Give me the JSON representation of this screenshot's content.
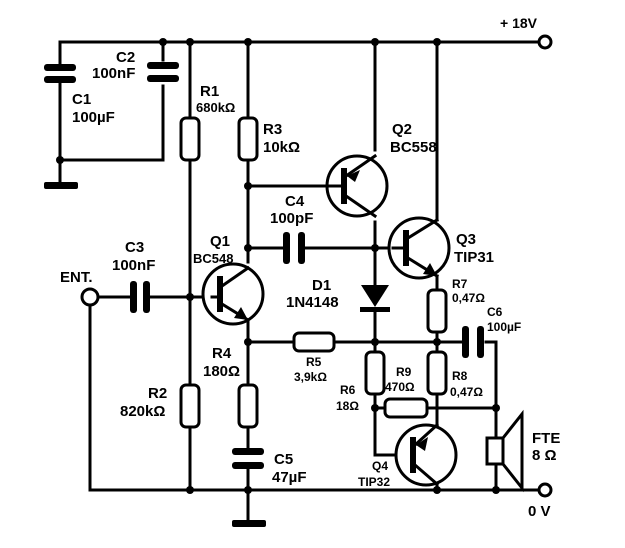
{
  "supply": {
    "positive": "+ 18V",
    "ground": "0 V"
  },
  "input": {
    "label": "ENT."
  },
  "speaker": {
    "label_1": "FTE",
    "label_2": "8 Ω"
  },
  "components": {
    "C1": {
      "ref": "C1",
      "value": "100µF"
    },
    "C2": {
      "ref": "C2",
      "value": "100nF"
    },
    "C3": {
      "ref": "C3",
      "value": "100nF"
    },
    "C4": {
      "ref": "C4",
      "value": "100pF"
    },
    "C5": {
      "ref": "C5",
      "value": "47µF"
    },
    "C6": {
      "ref": "C6",
      "value": "100µF"
    },
    "R1": {
      "ref": "R1",
      "value": "680kΩ"
    },
    "R2": {
      "ref": "R2",
      "value": "820kΩ"
    },
    "R3": {
      "ref": "R3",
      "value": "10kΩ"
    },
    "R4": {
      "ref": "R4",
      "value": "180Ω"
    },
    "R5": {
      "ref": "R5",
      "value": "3,9kΩ"
    },
    "R6": {
      "ref": "R6",
      "value": "18Ω"
    },
    "R7": {
      "ref": "R7",
      "value": "0,47Ω"
    },
    "R8": {
      "ref": "R8",
      "value": "0,47Ω"
    },
    "R9": {
      "ref": "R9",
      "value": "470Ω"
    },
    "D1": {
      "ref": "D1",
      "value": "1N4148"
    },
    "Q1": {
      "ref": "Q1",
      "value": "BC548"
    },
    "Q2": {
      "ref": "Q2",
      "value": "BC558"
    },
    "Q3": {
      "ref": "Q3",
      "value": "TIP31"
    },
    "Q4": {
      "ref": "Q4",
      "value": "TIP32"
    }
  }
}
